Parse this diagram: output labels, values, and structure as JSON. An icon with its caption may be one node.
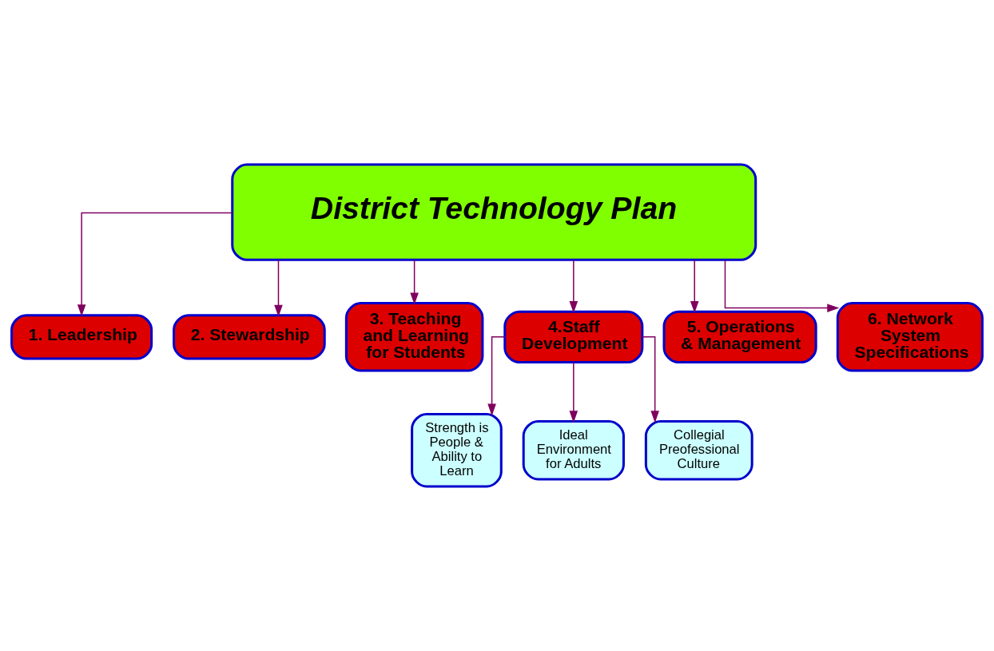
{
  "diagram": {
    "nodes": [
      {
        "text": [
          "District Technology Plan"
        ]
      },
      {
        "text": [
          "1. Leadership"
        ]
      },
      {
        "text": [
          "2. Stewardship"
        ]
      },
      {
        "text": [
          "3. Teaching and Learning for Students"
        ]
      },
      {
        "text": [
          "4.Staff Development"
        ]
      },
      {
        "text": [
          "5. Operations & Management"
        ]
      },
      {
        "text": [
          "6. Network System Specifications"
        ]
      },
      {
        "text": [
          "Strength is People & Ability to Learn"
        ]
      },
      {
        "text": [
          "Ideal Environment for Adults"
        ]
      },
      {
        "text": [
          "Collegial Preofessional Culture"
        ]
      }
    ],
    "edges": [
      {
        "from": 0,
        "to": 1,
        "arrow": "to"
      },
      {
        "from": 0,
        "to": 2,
        "arrow": "to"
      },
      {
        "from": 0,
        "to": 3,
        "arrow": "to"
      },
      {
        "from": 0,
        "to": 4,
        "arrow": "to"
      },
      {
        "from": 0,
        "to": 5,
        "arrow": "to"
      },
      {
        "from": 0,
        "to": 6,
        "arrow": "to"
      },
      {
        "from": 4,
        "to": 7,
        "arrow": "to"
      },
      {
        "from": 4,
        "to": 8,
        "arrow": "to"
      },
      {
        "from": 4,
        "to": 9,
        "arrow": "to"
      }
    ]
  }
}
